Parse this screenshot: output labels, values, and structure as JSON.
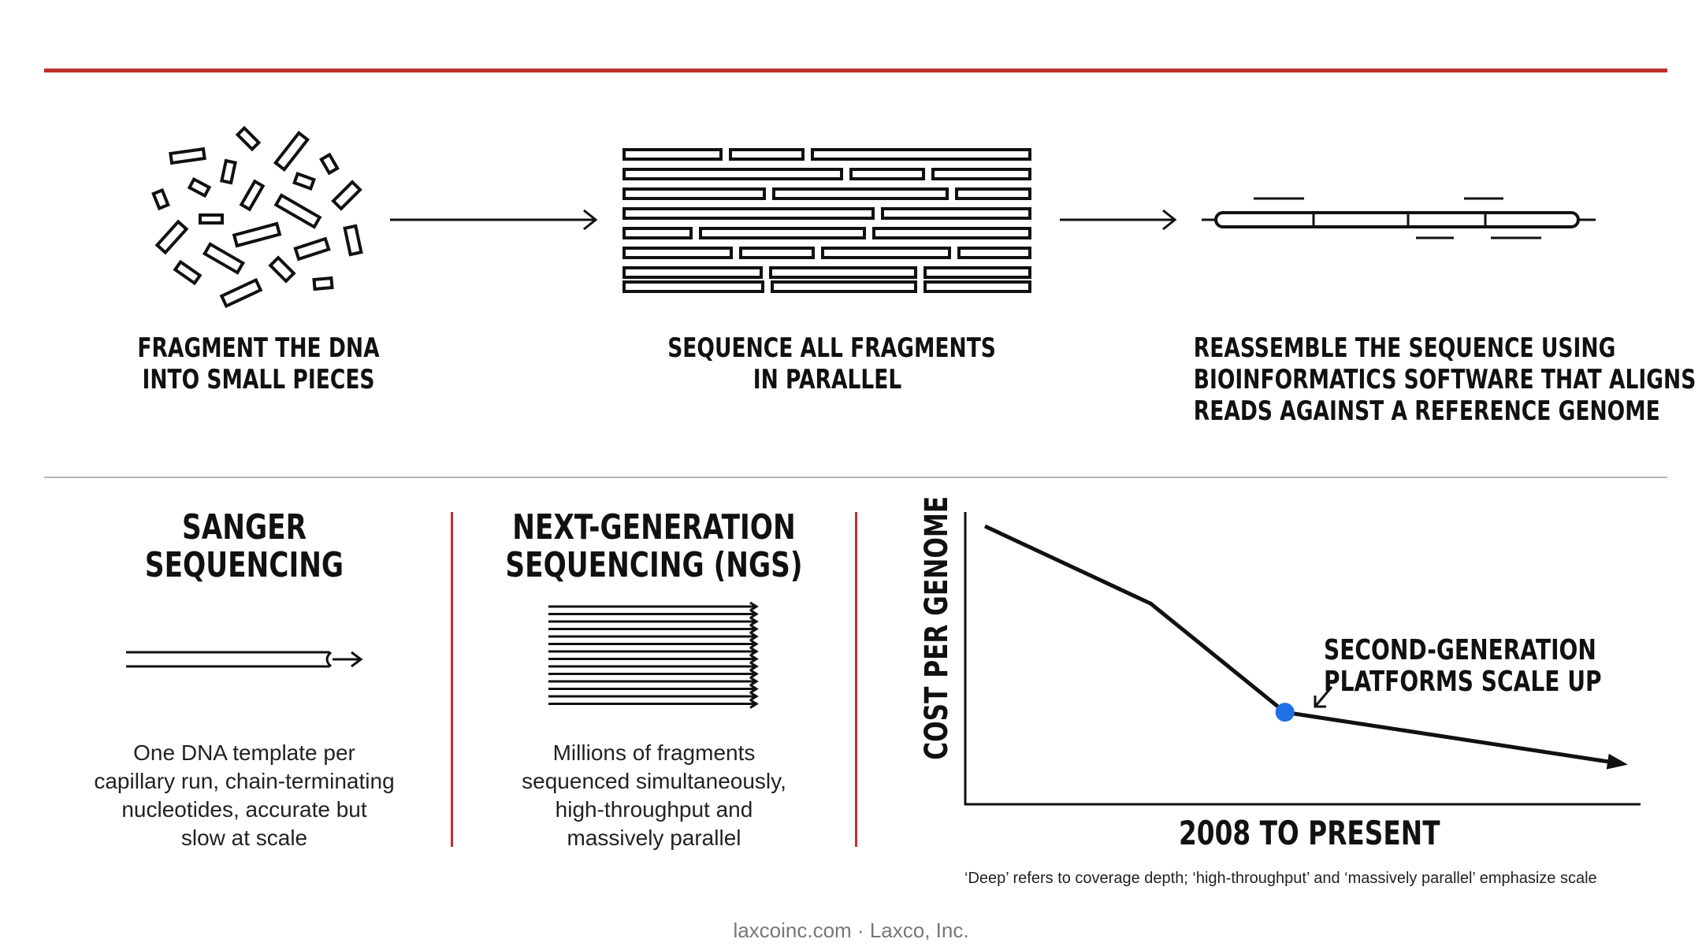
{
  "colors": {
    "accent_red": "#c0302b",
    "divider_gray": "#b5b5b5",
    "ink": "#111111",
    "highlight_blue": "#1f6fe6",
    "footer_gray": "#777777"
  },
  "pipeline": {
    "step1": {
      "lines": [
        "FRAGMENT THE DNA",
        "INTO SMALL PIECES"
      ]
    },
    "step2": {
      "lines": [
        "SEQUENCE ALL FRAGMENTS",
        "IN PARALLEL"
      ]
    },
    "step3": {
      "lines": [
        "REASSEMBLE THE SEQUENCE USING",
        "BIOINFORMATICS SOFTWARE THAT ALIGNS",
        "READS AGAINST A REFERENCE GENOME"
      ]
    }
  },
  "comparison": {
    "sanger": {
      "title": [
        "SANGER",
        "SEQUENCING"
      ],
      "description": [
        "One DNA template per",
        "capillary run, chain-terminating",
        "nucleotides, accurate but",
        "slow at scale"
      ]
    },
    "ngs": {
      "title": [
        "NEXT-GENERATION",
        "SEQUENCING (NGS)"
      ],
      "description": [
        "Millions of fragments",
        "sequenced simultaneously,",
        "high-throughput and",
        "massively parallel"
      ]
    }
  },
  "chart_data": {
    "type": "line",
    "xlabel": "2008 TO PRESENT",
    "ylabel": "COST PER GENOME",
    "series": [
      {
        "points": [
          [
            0,
            100
          ],
          [
            0.26,
            70
          ],
          [
            0.47,
            28
          ],
          [
            1.0,
            8
          ]
        ],
        "direction": "decreasing"
      }
    ],
    "highlight_point": [
      0.47,
      28
    ],
    "annotation": [
      "SECOND-GENERATION",
      "PLATFORMS SCALE UP"
    ],
    "grid": false
  },
  "note": "‘Deep’ refers to coverage depth; ‘high-throughput’ and ‘massively parallel’ emphasize scale",
  "footer": "laxcoinc.com · Laxco, Inc."
}
